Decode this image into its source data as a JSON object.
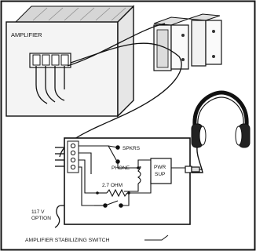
{
  "labels": {
    "amplifier": "AMPLIFIER",
    "spkrs": "SPKRS",
    "phone": "PHONE",
    "resistor": "2.7 OHM",
    "pwr": "PWR",
    "sup": "SUP",
    "option_voltage": "117 V",
    "option": "OPTION",
    "stabilizing_switch": "AMPLIFIER STABILIZING SWITCH"
  },
  "colors": {
    "line": "#111111",
    "background": "#ffffff",
    "speaker_face": "#dcdcdc",
    "amp_panel": "#d8d8d8"
  }
}
